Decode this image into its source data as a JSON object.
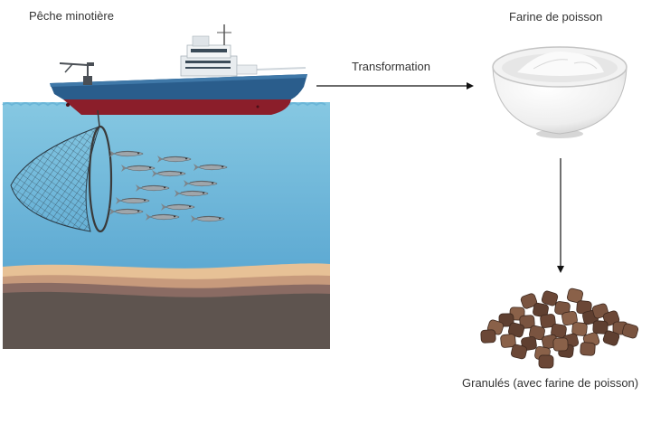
{
  "labels": {
    "fishing": "Pêche minotière",
    "fish_meal": "Farine de poisson",
    "process": "Transformation",
    "pellets": "Granulés (avec farine de poisson)"
  },
  "colors": {
    "sea_top": "#7fc3de",
    "sea_bottom": "#4a9ccb",
    "hull_blue": "#2a5d8c",
    "hull_red": "#8b1e2a",
    "sand": "#e6bf95",
    "mud": "#8a6b63",
    "bedrock": "#5e544f",
    "pellet": "#7a5440"
  }
}
